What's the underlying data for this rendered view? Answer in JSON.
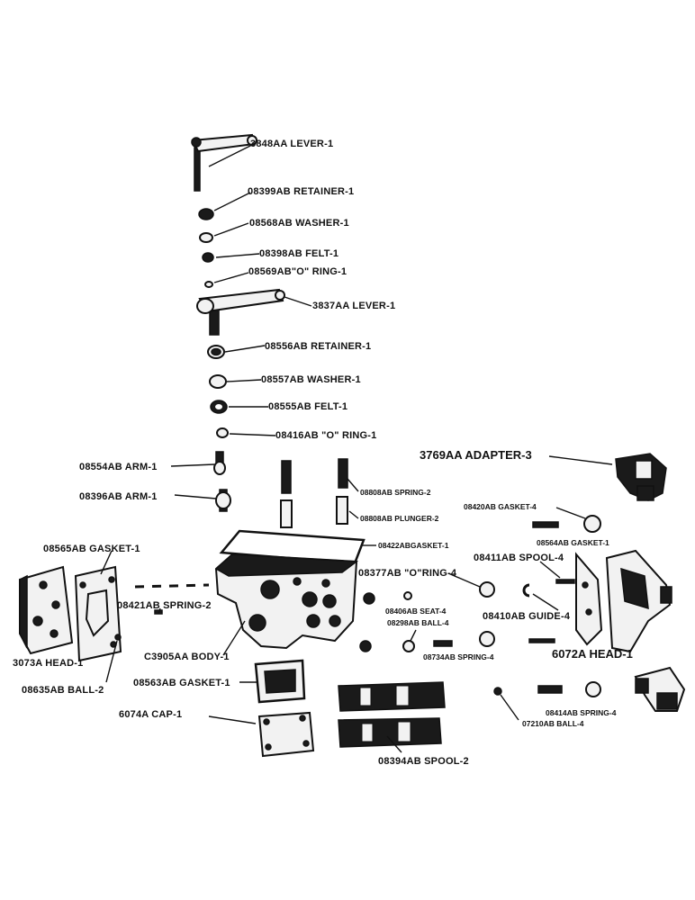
{
  "labels": {
    "lever_top": "3848AA LEVER-1",
    "retainer_top": "08399AB RETAINER-1",
    "washer_top": "08568AB WASHER-1",
    "felt_top": "08398AB FELT-1",
    "oring_top": "08569AB\"O\" RING-1",
    "lever_mid": "3837AA LEVER-1",
    "retainer_mid": "08556AB RETAINER-1",
    "washer_mid": "08557AB WASHER-1",
    "felt_mid": "08555AB FELT-1",
    "oring_mid": "08416AB \"O\" RING-1",
    "adapter": "3769AA ADAPTER-3",
    "arm_upper": "08554AB ARM-1",
    "arm_lower": "08396AB ARM-1",
    "spring_2": "08808AB SPRING-2",
    "plunger_2": "08808AB PLUNGER-2",
    "gasket_4": "08420AB GASKET-4",
    "gasket_body": "08422ABGASKET-1",
    "gasket_left": "08565AB GASKET-1",
    "gasket_right": "08564AB GASKET-1",
    "spool_4": "08411AB SPOOL-4",
    "oring_4": "08377AB \"O\"RING-4",
    "spring_left": "08421AB SPRING-2",
    "seat_4": "08406AB SEAT-4",
    "ball_4": "08298AB BALL-4",
    "guide_4": "08410AB GUIDE-4",
    "head_right": "6072A HEAD-1",
    "head_left": "3073A HEAD-1",
    "body": "C3905AA BODY-1",
    "spring_4": "08734AB SPRING-4",
    "ball_2": "08635AB BALL-2",
    "gasket_cap": "08563AB GASKET-1",
    "spring_4b": "08414AB SPRING-4",
    "ball_4b": "07210AB BALL-4",
    "cap": "6074A CAP-1",
    "spool_2": "08394AB SPOOL-2"
  }
}
